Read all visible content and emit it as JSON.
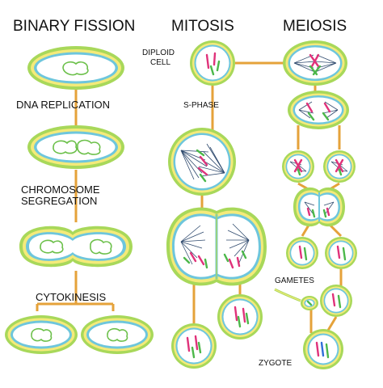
{
  "headings": {
    "binary_fission": "BINARY FISSION",
    "mitosis": "MITOSIS",
    "meiosis": "MEIOSIS"
  },
  "labels": {
    "diploid_line1": "DIPLOID",
    "diploid_line2": "CELL",
    "s_phase": "S-PHASE",
    "dna_replication": "DNA REPLICATION",
    "chromosome_line1": "CHROMOSOME",
    "chromosome_line2": "SEGREGATION",
    "cytokinesis": "CYTOKINESIS",
    "gametes": "GAMETES",
    "zygote": "ZYGOTE"
  },
  "colors": {
    "membrane_outer": "#a8d85a",
    "membrane_middle": "#f4ea7a",
    "membrane_inner": "#6ec6dc",
    "connector": "#e5a23a",
    "chromosome_magenta": "#e0327a",
    "chromosome_green": "#4cb84a",
    "chromosome_blue": "#2f6fd8",
    "spindle": "#2f4a6e"
  }
}
